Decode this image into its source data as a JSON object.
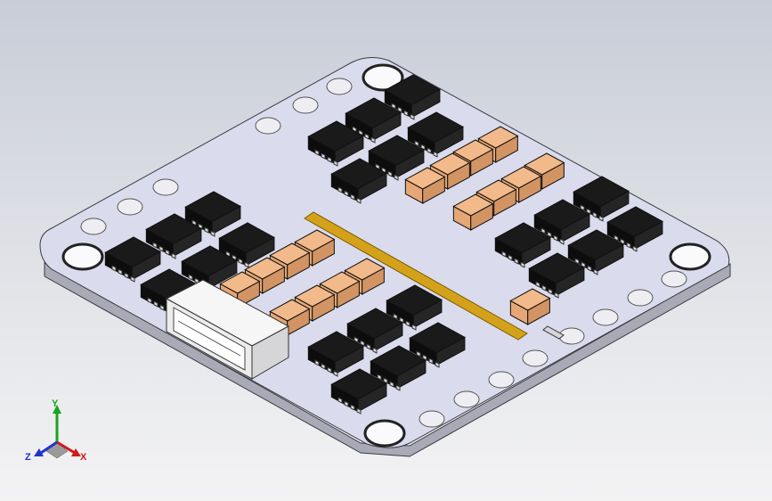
{
  "triad": {
    "x_label": "X",
    "y_label": "Y",
    "z_label": "Z",
    "x_color": "#d11a1a",
    "y_color": "#17a51d",
    "z_color": "#2233cc"
  },
  "colors": {
    "background_top": "#c9cdd8",
    "background_bottom": "#f3f3f4",
    "board_top": "#dadbec",
    "board_side": "#a9aab6",
    "board_edge": "#3a3a44",
    "pad": "#eeeef2",
    "chip": "#141414",
    "chip_pin": "#d8d8d8",
    "resistor": "#f2b98a",
    "resistor_shade": "#d39464",
    "gold_strip": "#d4a21a",
    "connector": "#f4f4f4"
  }
}
